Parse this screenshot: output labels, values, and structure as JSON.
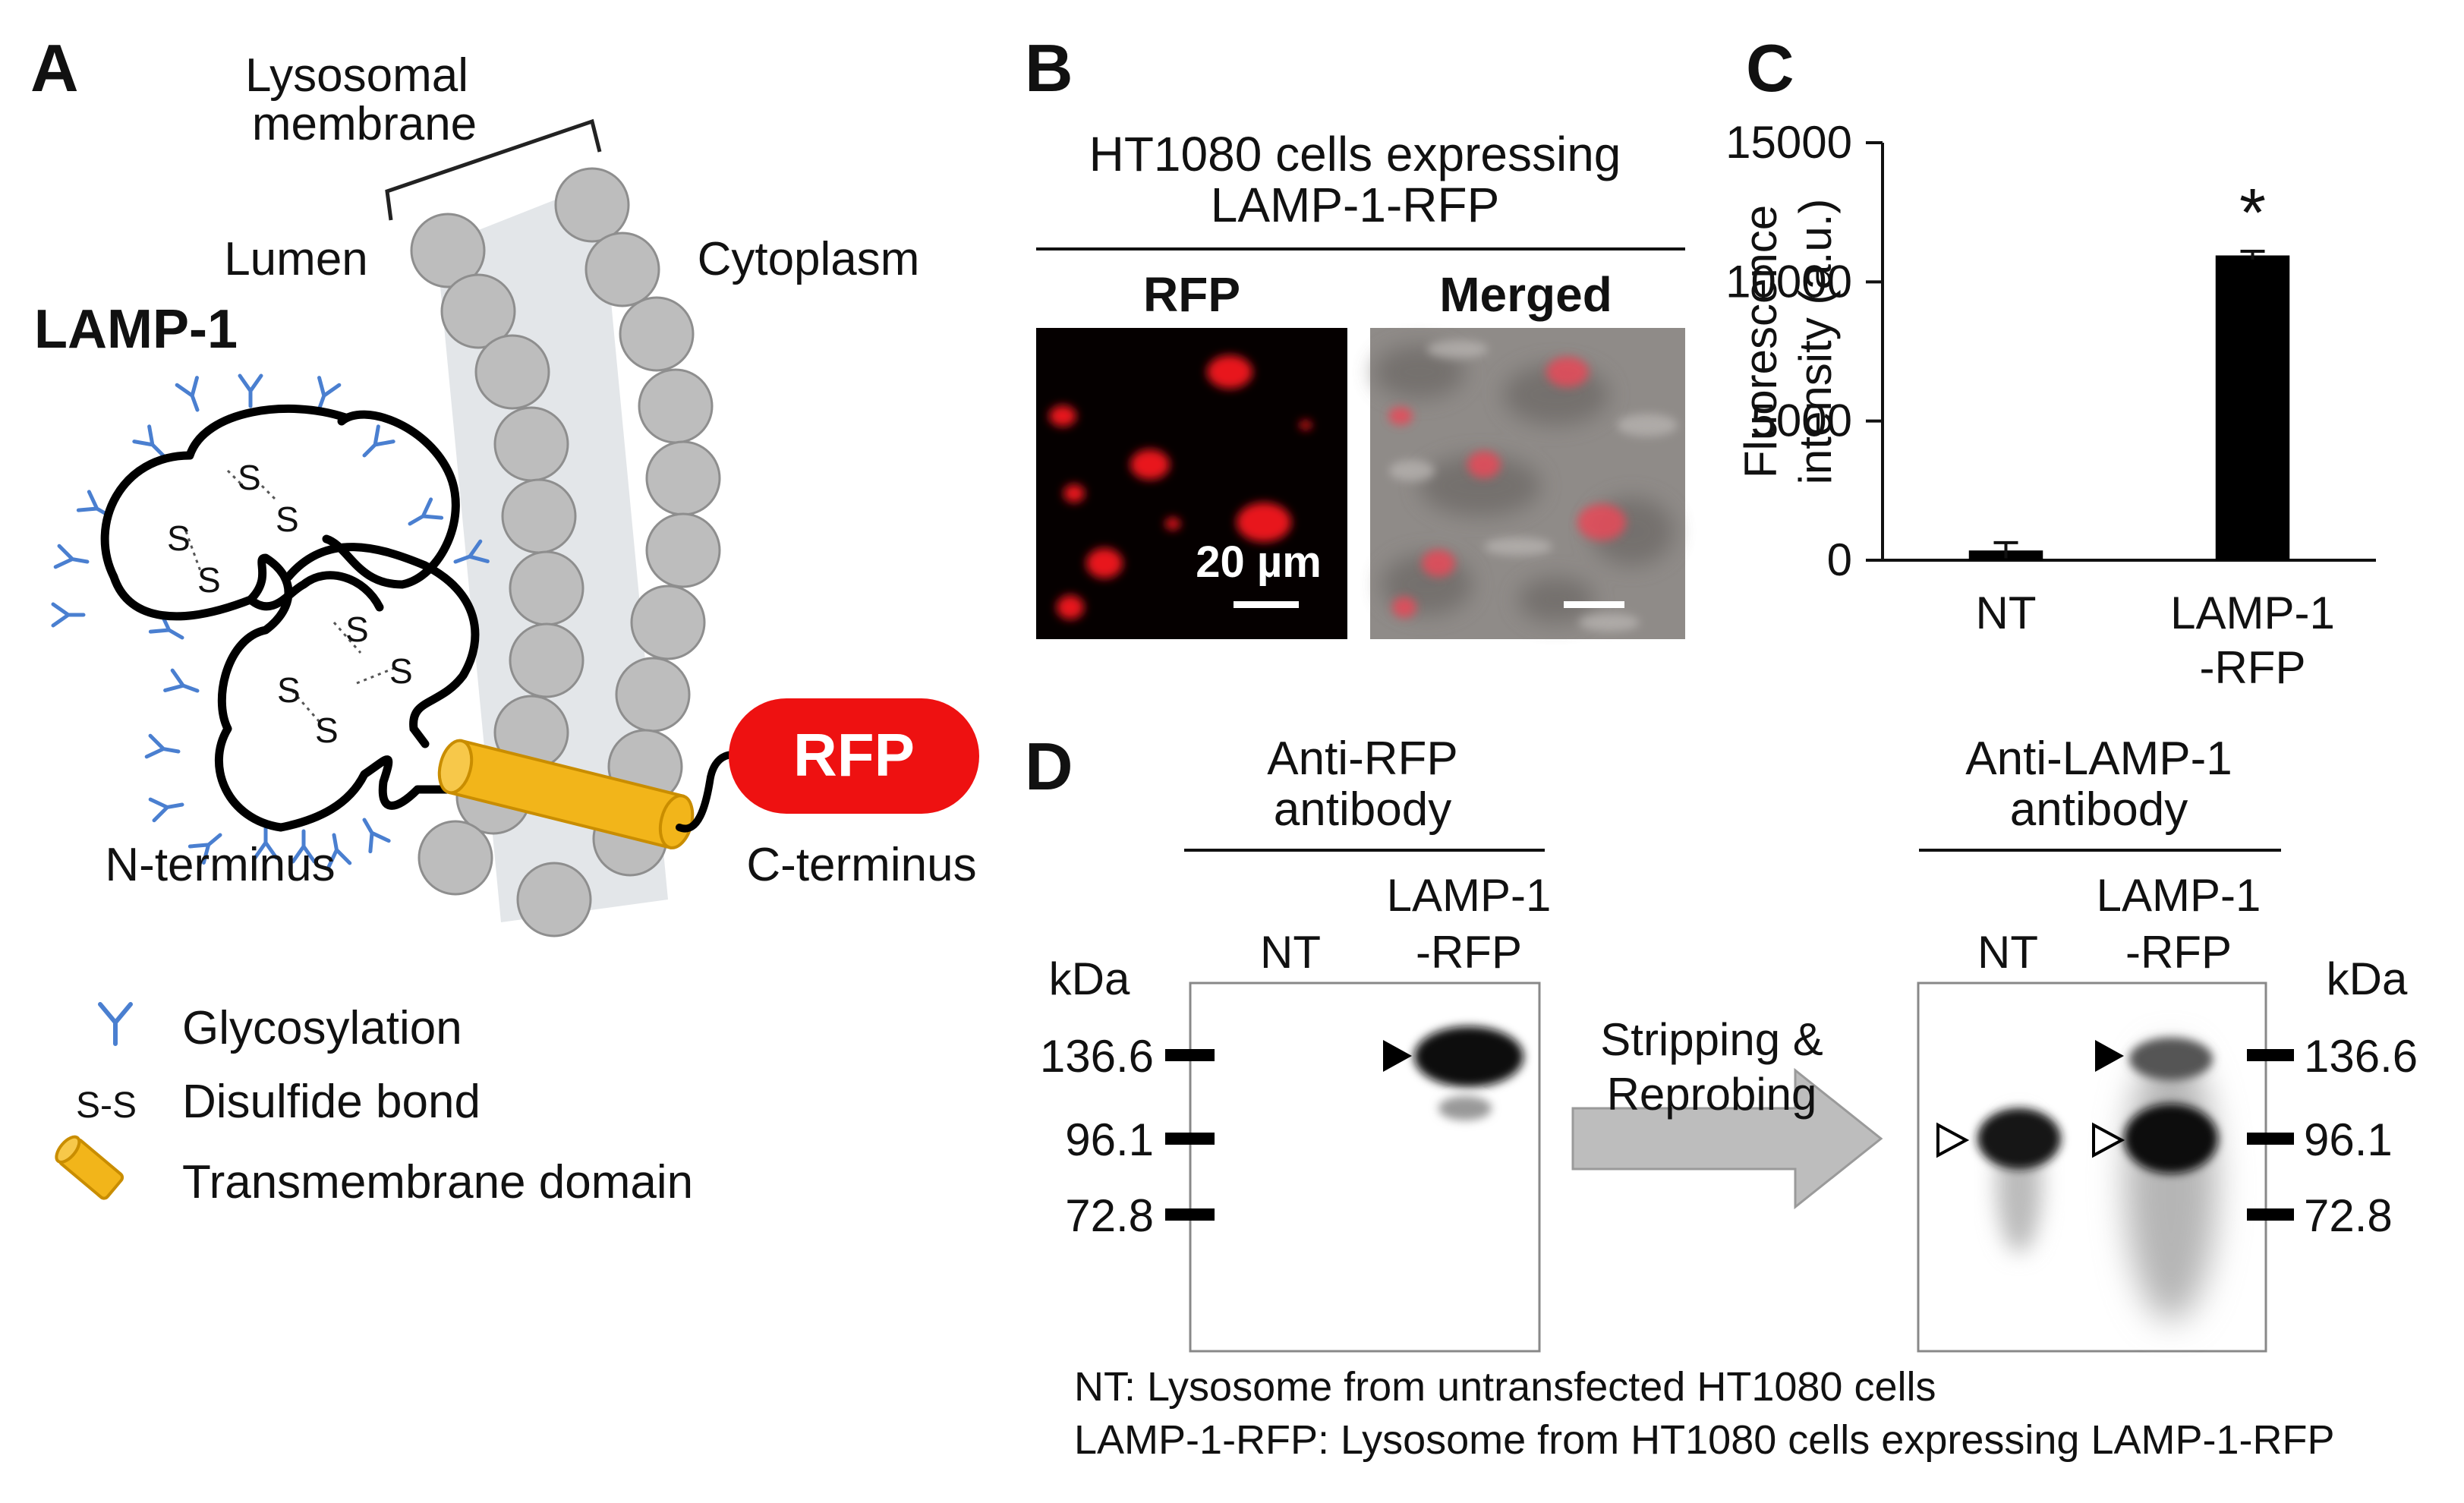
{
  "colors": {
    "glyco": "#4a7fd0",
    "rfp_red": "#ee1111",
    "tm_yellow": "#f2b51a",
    "bead_gray": "#bdbdbd",
    "membrane_bg": "#e3e6e9",
    "bar_black": "#000000"
  },
  "panel_a": {
    "letter": "A",
    "membrane_label_line1": "Lysosomal",
    "membrane_label_line2": "membrane",
    "lumen": "Lumen",
    "cytoplasm": "Cytoplasm",
    "protein": "LAMP-1",
    "rfp": "RFP",
    "n_terminus": "N-terminus",
    "c_terminus": "C-terminus",
    "ss_letter": "S",
    "legend": {
      "glycosylation": "Glycosylation",
      "disulfide_symbol": "S-S",
      "disulfide": "Disulfide bond",
      "transmembrane": "Transmembrane domain"
    }
  },
  "panel_b": {
    "letter": "B",
    "title_line1": "HT1080 cells expressing",
    "title_line2": "LAMP-1-RFP",
    "col_rfp": "RFP",
    "col_merged": "Merged",
    "scale_bar": "20 µm"
  },
  "panel_c": {
    "letter": "C",
    "star": "*"
  },
  "chart_data": {
    "type": "bar",
    "categories": [
      "NT",
      "LAMP-1\n-RFP"
    ],
    "values": [
      350,
      10950
    ],
    "errors": [
      280,
      150
    ],
    "ylabel_line1": "Fluorescence",
    "ylabel_line2": "intensity (a.u.)",
    "ylim": [
      0,
      15000
    ],
    "yticks": [
      0,
      5000,
      10000,
      15000
    ],
    "ytick_labels": [
      "0",
      "5000",
      "10000",
      "15000"
    ]
  },
  "panel_d": {
    "letter": "D",
    "blot1_title_line1": "Anti-RFP",
    "blot1_title_line2": "antibody",
    "blot2_title_line1": "Anti-LAMP-1",
    "blot2_title_line2": "antibody",
    "lane_nt": "NT",
    "lane_lamp_line1": "LAMP-1",
    "lane_lamp_line2": "-RFP",
    "kda": "kDa",
    "markers": [
      "136.6",
      "96.1",
      "72.8"
    ],
    "arrow_line1": "Stripping &",
    "arrow_line2": "Reprobing",
    "footnote_line1": "NT: Lysosome from untransfected HT1080 cells",
    "footnote_line2": "LAMP-1-RFP: Lysosome from HT1080 cells expressing LAMP-1-RFP"
  }
}
